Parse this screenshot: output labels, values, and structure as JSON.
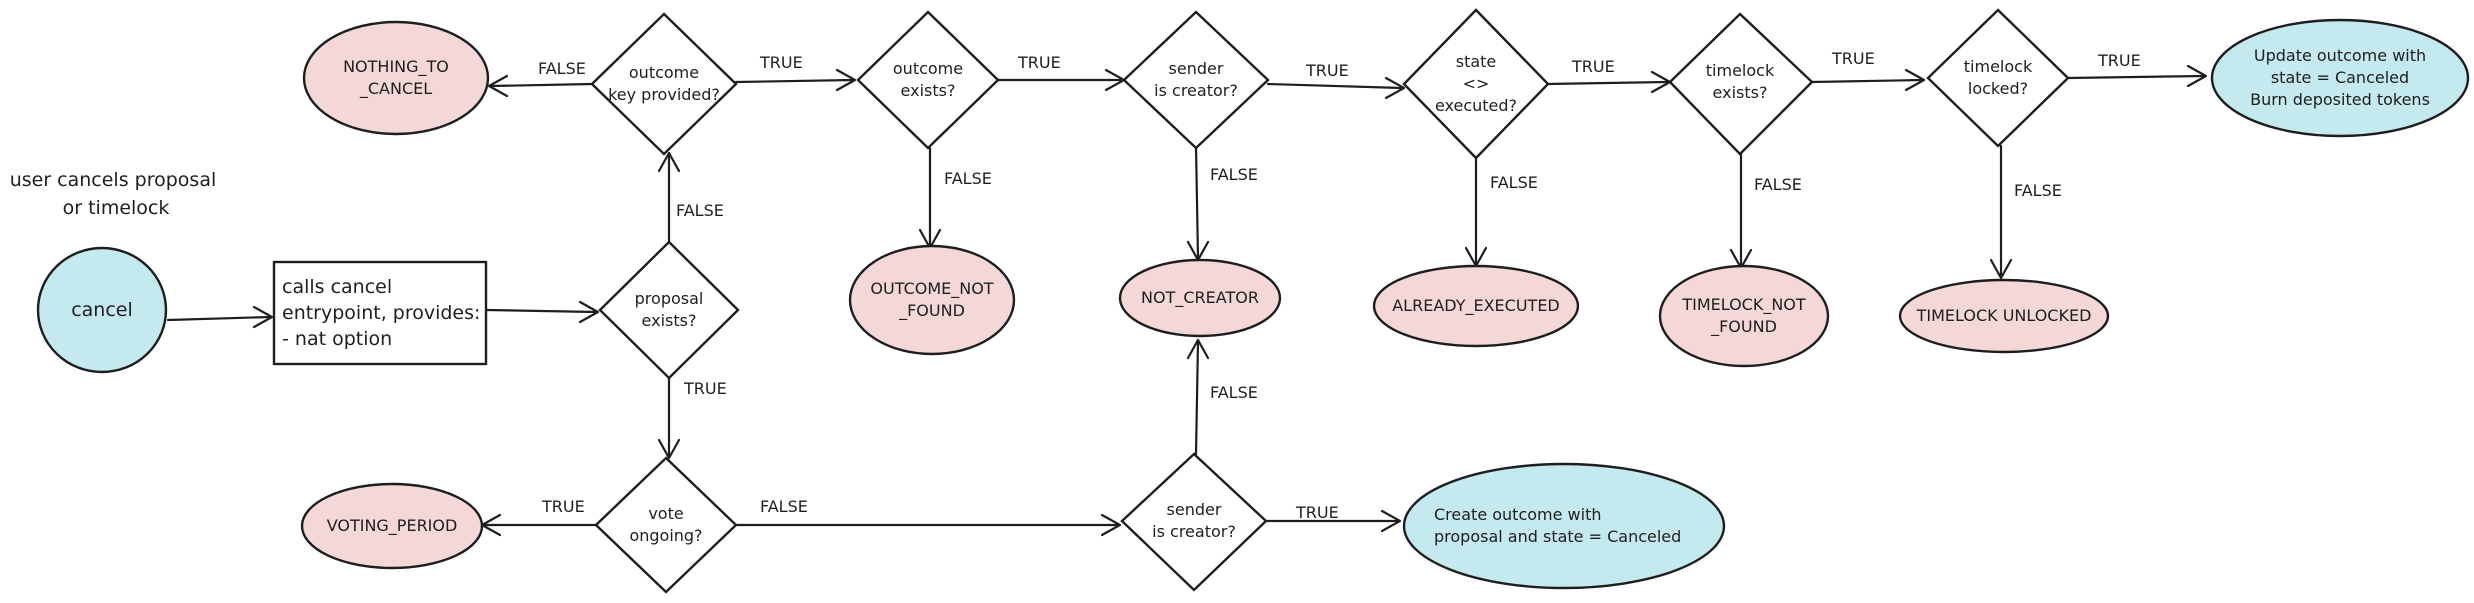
{
  "caption": [
    "user cancels proposal",
    "or timelock"
  ],
  "nodes": {
    "cancel": {
      "lines": [
        "cancel"
      ]
    },
    "calls_box": {
      "lines": [
        "calls cancel",
        "entrypoint, provides:",
        "- nat option"
      ]
    },
    "proposal_exists": {
      "lines": [
        "proposal",
        "exists?"
      ]
    },
    "outcome_key_provided": {
      "lines": [
        "outcome",
        "key provided?"
      ]
    },
    "nothing_to_cancel": {
      "lines": [
        "NOTHING_TO",
        "_CANCEL"
      ]
    },
    "outcome_exists": {
      "lines": [
        "outcome",
        "exists?"
      ]
    },
    "outcome_not_found": {
      "lines": [
        "OUTCOME_NOT",
        "_FOUND"
      ]
    },
    "sender_is_creator_top": {
      "lines": [
        "sender",
        "is creator?"
      ]
    },
    "not_creator": {
      "lines": [
        "NOT_CREATOR"
      ]
    },
    "state_executed": {
      "lines": [
        "state",
        "<>",
        "executed?"
      ]
    },
    "already_executed": {
      "lines": [
        "ALREADY_EXECUTED"
      ]
    },
    "timelock_exists": {
      "lines": [
        "timelock",
        "exists?"
      ]
    },
    "timelock_not_found": {
      "lines": [
        "TIMELOCK_NOT",
        "_FOUND"
      ]
    },
    "timelock_locked": {
      "lines": [
        "timelock",
        "locked?"
      ]
    },
    "timelock_unlocked": {
      "lines": [
        "TIMELOCK UNLOCKED"
      ]
    },
    "update_outcome": {
      "lines": [
        "Update outcome with",
        "state = Canceled",
        "Burn deposited tokens"
      ]
    },
    "vote_ongoing": {
      "lines": [
        "vote",
        "ongoing?"
      ]
    },
    "voting_period": {
      "lines": [
        "VOTING_PERIOD"
      ]
    },
    "sender_is_creator_bottom": {
      "lines": [
        "sender",
        "is creator?"
      ]
    },
    "create_outcome": {
      "lines": [
        "Create outcome with",
        "proposal and state = Canceled"
      ]
    }
  },
  "edge_labels": {
    "true": "TRUE",
    "false": "FALSE"
  },
  "colors": {
    "red_fill": "#f4d7d7",
    "blue_fill": "#c4e9ee",
    "stroke": "#1e1e1e"
  }
}
